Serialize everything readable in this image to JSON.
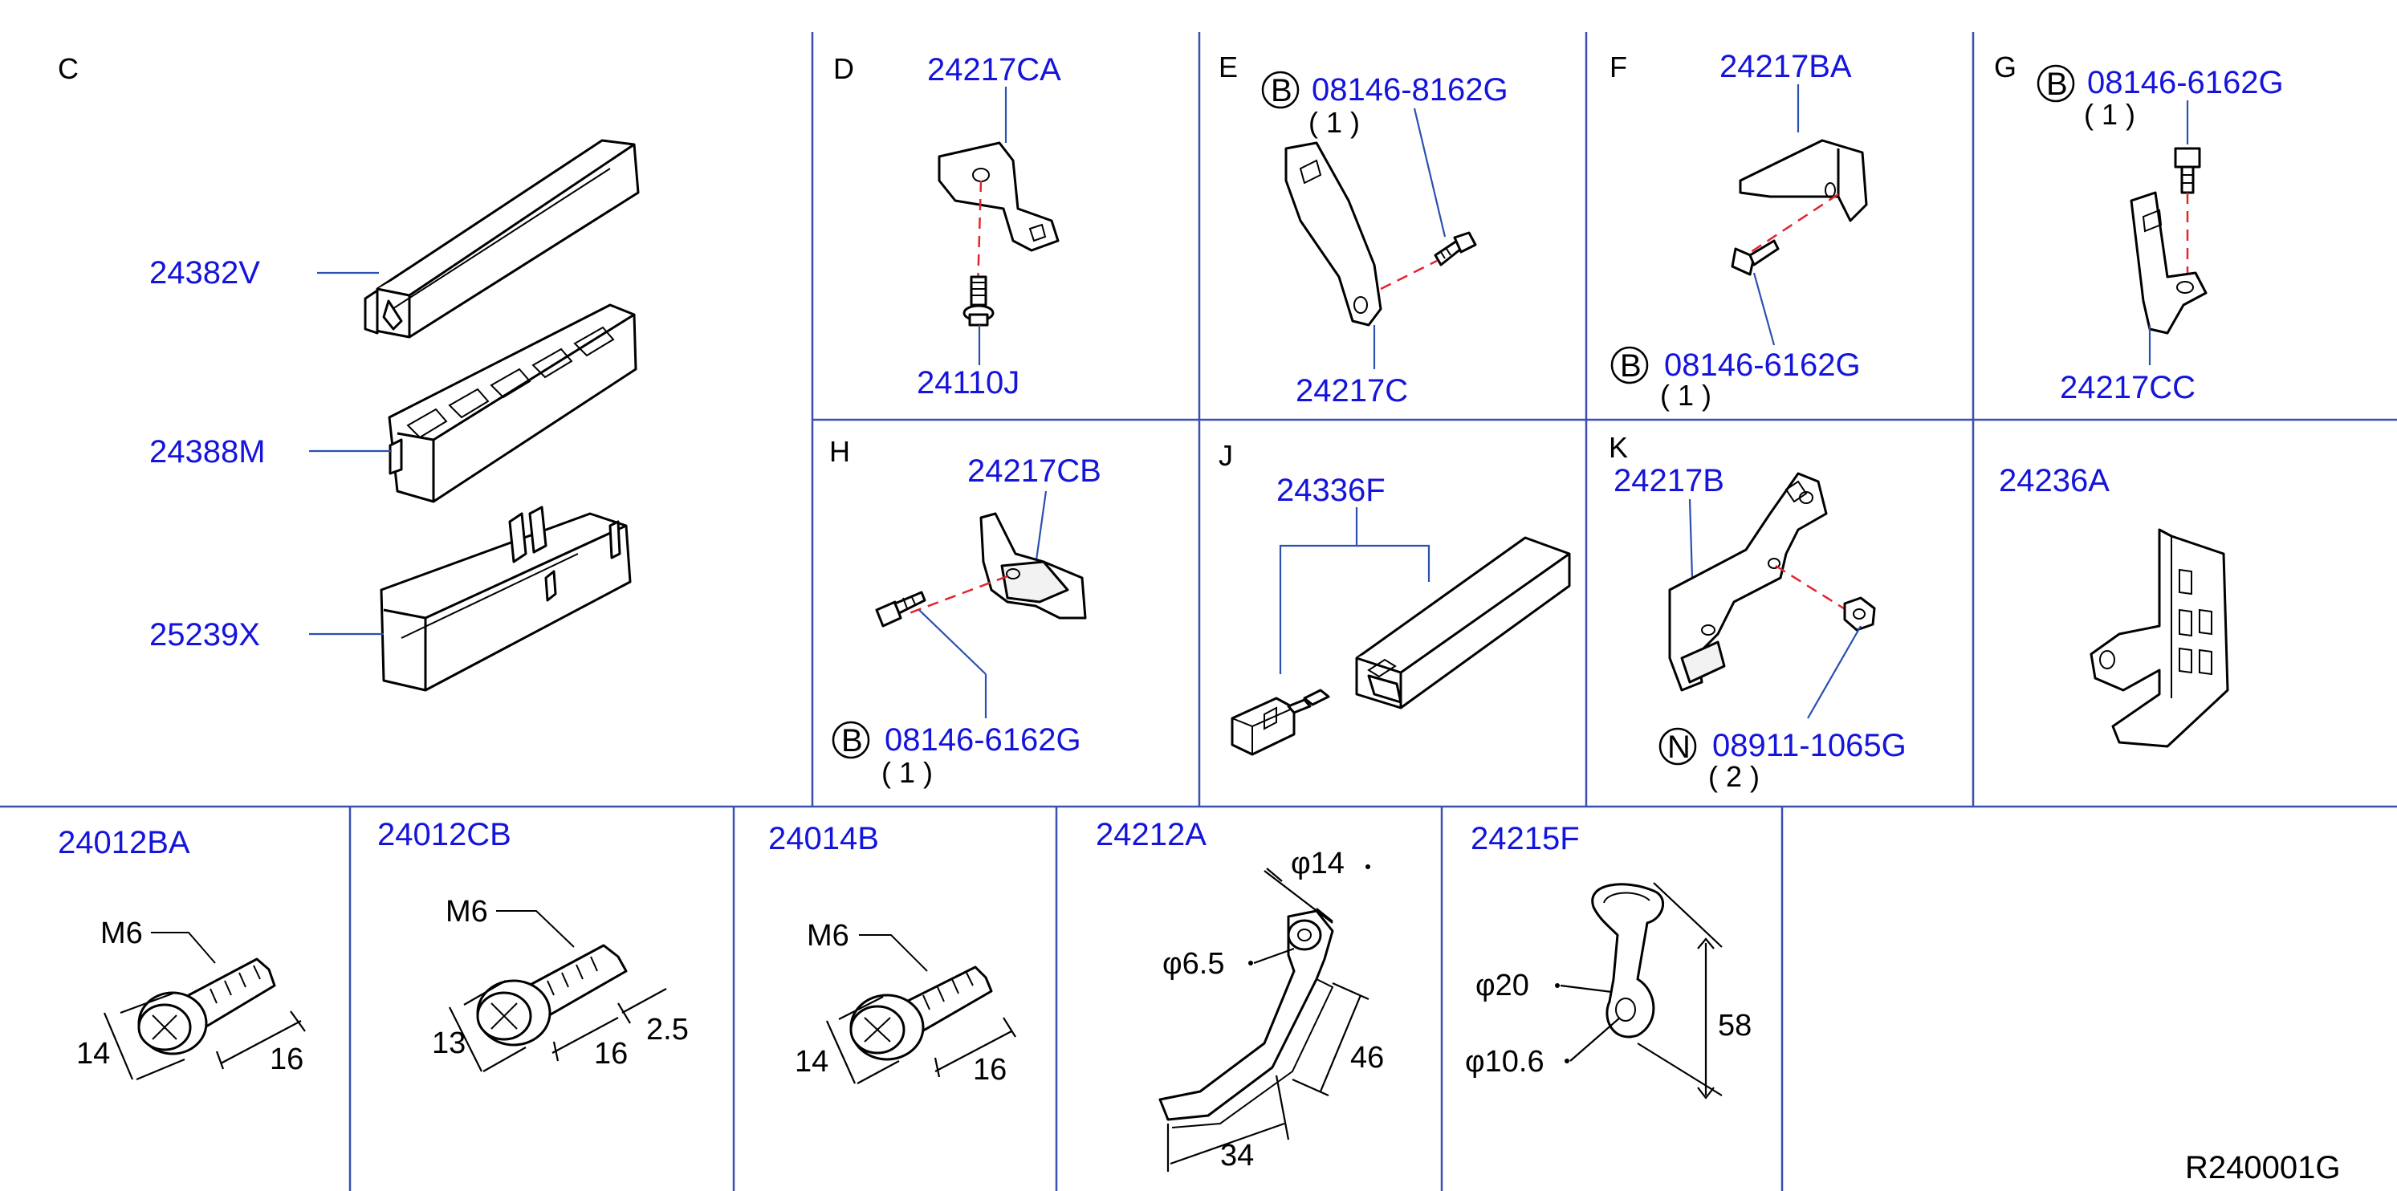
{
  "sections": {
    "C": {
      "letter": "C",
      "parts": [
        "24382V",
        "24388M",
        "25239X"
      ]
    },
    "D": {
      "letter": "D",
      "top_part": "24217CA",
      "bottom_part": "24110J"
    },
    "E": {
      "letter": "E",
      "bolt_code": "B",
      "bolt_part": "08146-8162G",
      "bolt_qty": "( 1 )",
      "bracket_part": "24217C"
    },
    "F": {
      "letter": "F",
      "top_part": "24217BA",
      "bolt_code": "B",
      "bolt_part": "08146-6162G",
      "bolt_qty": "( 1 )"
    },
    "G": {
      "letter": "G",
      "bolt_code": "B",
      "bolt_part": "08146-6162G",
      "bolt_qty": "( 1 )",
      "bracket_part": "24217CC"
    },
    "H": {
      "letter": "H",
      "top_part": "24217CB",
      "bolt_code": "B",
      "bolt_part": "08146-6162G",
      "bolt_qty": "( 1 )"
    },
    "J": {
      "letter": "J",
      "top_part": "24336F"
    },
    "K": {
      "letter": "K",
      "top_part": "24217B",
      "nut_code": "N",
      "nut_part": "08911-1065G",
      "nut_qty": "( 2 )"
    },
    "L": {
      "top_part": "24236A"
    }
  },
  "bolts": [
    {
      "part": "24012BA",
      "thread": "M6",
      "head": "14",
      "length": "16"
    },
    {
      "part": "24012CB",
      "thread": "M6",
      "head": "13",
      "length": "16",
      "extra": "2.5"
    },
    {
      "part": "24014B",
      "thread": "M6",
      "head": "14",
      "length": "16"
    }
  ],
  "clips": [
    {
      "part": "24212A",
      "outer": "φ14",
      "inner": "φ6.5",
      "height": "46",
      "width": "34"
    },
    {
      "part": "24215F",
      "outer": "φ20",
      "inner": "φ10.6",
      "height": "58"
    }
  ],
  "drawing_code": "R240001G"
}
